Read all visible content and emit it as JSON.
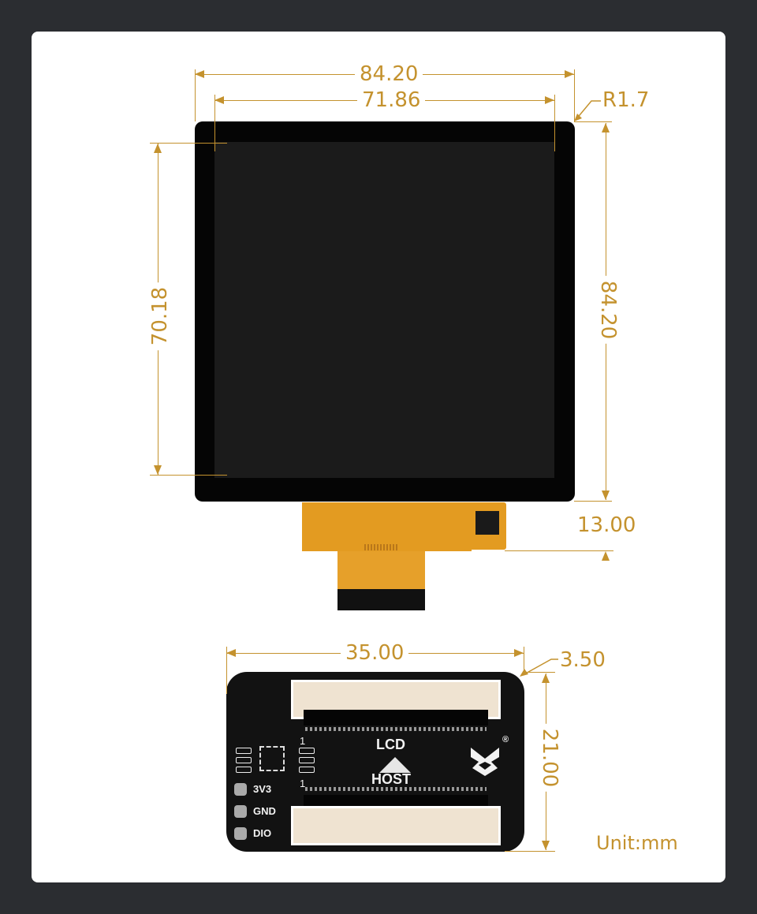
{
  "diagram": {
    "type": "mechanical-dimension-drawing",
    "unit_label": "Unit:mm",
    "accent_color": "#c4922e",
    "background_color": "#2b2d31",
    "card_color": "#ffffff",
    "lcd_module": {
      "outer_width": "84.20",
      "active_width": "71.86",
      "corner_radius": "R1.7",
      "outer_height": "84.20",
      "active_height": "70.18",
      "fpc_length": "13.00"
    },
    "adapter_board": {
      "width": "35.00",
      "height": "21.00",
      "corner_radius": "3.50",
      "silkscreen": {
        "top_label": "LCD",
        "bottom_label": "HOST",
        "pin1_top": "1",
        "pin1_bottom": "1",
        "pads": [
          "3V3",
          "GND",
          "DIO"
        ],
        "registered_mark": "®"
      }
    }
  }
}
